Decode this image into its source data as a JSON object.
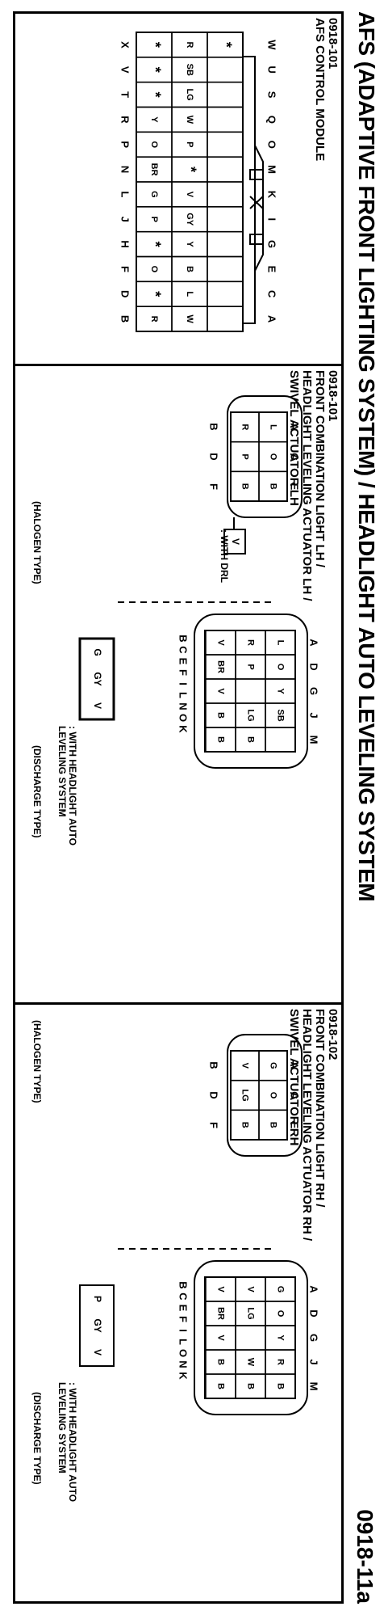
{
  "page": {
    "title": "AFS (ADAPTIVE FRONT LIGHTING SYSTEM) / HEADLIGHT AUTO LEVELING SYSTEM",
    "page_number": "0918-11a"
  },
  "panels": [
    {
      "code": "0918-101",
      "lines": [
        "AFS CONTROL MODULE"
      ],
      "connectors": [
        {
          "type": "control",
          "top_letters": [
            "W",
            "U",
            "S",
            "Q",
            "O",
            "M",
            "K",
            "I",
            "G",
            "E",
            "C",
            "A"
          ],
          "bottom_letters": [
            "X",
            "V",
            "T",
            "R",
            "P",
            "N",
            "L",
            "J",
            "H",
            "F",
            "D",
            "B"
          ],
          "rows": [
            [
              "*",
              "",
              "",
              "",
              "",
              "",
              "",
              "",
              "",
              "",
              "",
              ""
            ],
            [
              "R",
              "SB",
              "LG",
              "W",
              "P",
              "*",
              "V",
              "GY",
              "Y",
              "B",
              "L",
              "W"
            ],
            [
              "*",
              "*",
              "*",
              "Y",
              "O",
              "BR",
              "G",
              "P",
              "*",
              "O",
              "*",
              "R"
            ]
          ]
        }
      ]
    },
    {
      "code": "0918-101",
      "lines": [
        "FRONT COMBINATION LIGHT LH /",
        "HEADLIGHT LEVELING ACTUATOR LH /",
        "SWIVEL ACTUATOR LH"
      ],
      "connectors": [
        {
          "type": "halogen",
          "letters_top": [
            "A",
            "C",
            "E"
          ],
          "letters_bottom": [
            "B",
            "D",
            "F"
          ],
          "rows": [
            [
              "L",
              "O",
              "B"
            ],
            [
              "R",
              "P",
              "B"
            ]
          ],
          "extra_cell": "V",
          "extra_note": ": WITH DRL",
          "caption": "(HALOGEN TYPE)"
        },
        {
          "type": "discharge",
          "letters_top": [
            "A",
            "D",
            "G",
            "J",
            "M"
          ],
          "letters_side": [
            "B",
            "C",
            "E",
            "F",
            "I",
            "L",
            "N",
            "O",
            "K"
          ],
          "rows": [
            [
              "L",
              "O",
              "Y",
              "SB",
              ""
            ],
            [
              "R",
              "P",
              "",
              "LG",
              "B"
            ],
            [
              "V",
              "BR",
              "V",
              "B",
              "B"
            ]
          ],
          "extra_cells": [
            "G",
            "GY",
            "V"
          ],
          "extra_note": ": WITH HEADLIGHT AUTO LEVELING SYSTEM",
          "caption": "(DISCHARGE TYPE)"
        }
      ]
    },
    {
      "code": "0918-102",
      "lines": [
        "FRONT COMBINATION LIGHT RH /",
        "HEADLIGHT LEVELING ACTUATOR RH /",
        "SWIVEL ACTUATOR RH"
      ],
      "connectors": [
        {
          "type": "halogen",
          "letters_top": [
            "A",
            "C",
            "E"
          ],
          "letters_bottom": [
            "B",
            "D",
            "F"
          ],
          "rows": [
            [
              "G",
              "O",
              "B"
            ],
            [
              "V",
              "LG",
              "B"
            ]
          ],
          "caption": "(HALOGEN TYPE)"
        },
        {
          "type": "discharge",
          "letters_top": [
            "A",
            "D",
            "G",
            "J",
            "M"
          ],
          "letters_side": [
            "B",
            "C",
            "E",
            "F",
            "I",
            "L",
            "O",
            "N",
            "K"
          ],
          "rows": [
            [
              "G",
              "O",
              "Y",
              "R",
              "B"
            ],
            [
              "V",
              "LG",
              "",
              "W",
              "B"
            ],
            [
              "V",
              "BR",
              "V",
              "B",
              "B"
            ]
          ],
          "extra_cells": [
            "P",
            "GY",
            "V"
          ],
          "extra_note": ": WITH HEADLIGHT AUTO LEVELING SYSTEM",
          "caption": "(DISCHARGE TYPE)"
        }
      ]
    }
  ]
}
